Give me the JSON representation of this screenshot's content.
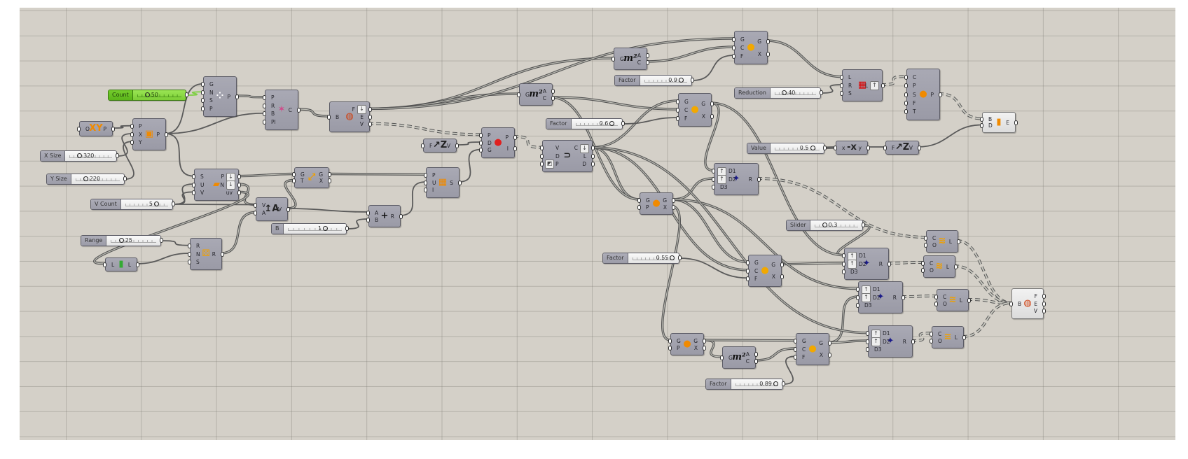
{
  "app": "Grasshopper canvas",
  "colors": {
    "canvas": "#d4d0c8",
    "wire": "#5a5a5a",
    "node": "#a4a4ae",
    "slider_active": "#7fd23a"
  },
  "sliders": [
    {
      "id": "s_count",
      "label": "Count",
      "value": "50",
      "knob": "left",
      "green": true
    },
    {
      "id": "s_xsize",
      "label": "X Size",
      "value": "320",
      "knob": "left"
    },
    {
      "id": "s_ysize",
      "label": "Y Size",
      "value": "220",
      "knob": "left"
    },
    {
      "id": "s_vcount",
      "label": "V Count",
      "value": "5",
      "knob": "right"
    },
    {
      "id": "s_range",
      "label": "Range",
      "value": "25",
      "knob": "left"
    },
    {
      "id": "s_b",
      "label": "B",
      "value": "1",
      "knob": "right"
    },
    {
      "id": "s_factor09",
      "label": "Factor",
      "value": "0.9",
      "knob": "right"
    },
    {
      "id": "s_factor06",
      "label": "Factor",
      "value": "0.6",
      "knob": "right"
    },
    {
      "id": "s_reduction",
      "label": "Reduction",
      "value": "40",
      "knob": "left"
    },
    {
      "id": "s_value",
      "label": "Value",
      "value": "0.5",
      "knob": "right"
    },
    {
      "id": "s_slider",
      "label": "Slider",
      "value": "0.3",
      "knob": "left"
    },
    {
      "id": "s_factor055",
      "label": "Factor",
      "value": "0.55",
      "knob": "right"
    },
    {
      "id": "s_factor089",
      "label": "Factor",
      "value": "0.89",
      "knob": "right"
    }
  ],
  "nodes": [
    {
      "id": "n_xy",
      "name": "xy-plane",
      "icon": "xy-plane-icon",
      "glyph": "XY",
      "inputs": [
        "O"
      ],
      "outputs": [
        "P"
      ]
    },
    {
      "id": "n_rect",
      "name": "rectangle",
      "icon": "rectangle-icon",
      "glyph": "▣",
      "inputs": [
        "P",
        "X",
        "Y"
      ],
      "outputs": [
        "P"
      ]
    },
    {
      "id": "n_populate",
      "name": "populate-2d",
      "icon": "populate-icon",
      "glyph": "⁘",
      "inputs": [
        "G",
        "N",
        "S",
        "P"
      ],
      "outputs": [
        "P"
      ]
    },
    {
      "id": "n_voronoi",
      "name": "voronoi",
      "icon": "voronoi-icon",
      "glyph": "✶",
      "inputs": [
        "P",
        "R",
        "B",
        "Pl"
      ],
      "outputs": [
        "C"
      ]
    },
    {
      "id": "n_brepedges",
      "name": "brep-edges",
      "icon": "brep-edges-icon",
      "glyph": "◍",
      "inputs": [
        "B"
      ],
      "outputs": [
        "F",
        "E",
        "V"
      ]
    },
    {
      "id": "n_divsurf",
      "name": "divide-surface",
      "icon": "divide-surface-icon",
      "glyph": "▰",
      "inputs": [
        "S",
        "U",
        "V"
      ],
      "outputs": [
        "P",
        "N",
        "uv"
      ]
    },
    {
      "id": "n_amplitude",
      "name": "amplitude",
      "icon": "amplitude-icon",
      "glyph": "↥A",
      "inputs": [
        "V",
        "A"
      ],
      "outputs": [
        "V"
      ]
    },
    {
      "id": "n_move1",
      "name": "move",
      "icon": "move-icon",
      "glyph": "⤢",
      "inputs": [
        "G",
        "T"
      ],
      "outputs": [
        "G",
        "X"
      ]
    },
    {
      "id": "n_addition",
      "name": "addition",
      "icon": "plus-icon",
      "glyph": "+",
      "inputs": [
        "A",
        "B"
      ],
      "outputs": [
        "R"
      ]
    },
    {
      "id": "n_random",
      "name": "random",
      "icon": "random-icon",
      "glyph": "⚄",
      "inputs": [
        "R",
        "N",
        "S"
      ],
      "outputs": [
        "R"
      ]
    },
    {
      "id": "n_listlen",
      "name": "list-length",
      "icon": "list-length-icon",
      "glyph": "▮",
      "inputs": [
        "L"
      ],
      "outputs": [
        "L"
      ]
    },
    {
      "id": "n_srfpts",
      "name": "surface-from-points",
      "icon": "surface-points-icon",
      "glyph": "▦",
      "inputs": [
        "P",
        "U",
        "I"
      ],
      "outputs": [
        "S"
      ]
    },
    {
      "id": "n_unitz1",
      "name": "unit-z",
      "icon": "unit-z-icon",
      "glyph": "↗Z",
      "inputs": [
        "F"
      ],
      "outputs": [
        "V"
      ]
    },
    {
      "id": "n_project",
      "name": "project-point",
      "icon": "project-point-icon",
      "glyph": "●",
      "inputs": [
        "P",
        "D",
        "G"
      ],
      "outputs": [
        "P",
        "I"
      ]
    },
    {
      "id": "n_area1",
      "name": "area",
      "icon": "area-icon",
      "glyph": "m²",
      "inputs": [
        "G"
      ],
      "outputs": [
        "A",
        "C"
      ]
    },
    {
      "id": "n_area2",
      "name": "area",
      "icon": "area-icon",
      "glyph": "m²",
      "inputs": [
        "G"
      ],
      "outputs": [
        "A",
        "C"
      ]
    },
    {
      "id": "n_interp",
      "name": "interpolate-curve",
      "icon": "interpolate-icon",
      "glyph": "⊃",
      "inputs": [
        "V",
        "D",
        "P"
      ],
      "outputs": [
        "C",
        "L",
        "D"
      ]
    },
    {
      "id": "n_scale1",
      "name": "scale",
      "icon": "scale-icon",
      "glyph": "●",
      "inputs": [
        "G",
        "C",
        "F"
      ],
      "outputs": [
        "G",
        "X"
      ]
    },
    {
      "id": "n_scale2",
      "name": "scale",
      "icon": "scale-icon",
      "glyph": "●",
      "inputs": [
        "G",
        "C",
        "F"
      ],
      "outputs": [
        "G",
        "X"
      ]
    },
    {
      "id": "n_reduce",
      "name": "reduce",
      "icon": "reduce-icon",
      "glyph": "▦",
      "inputs": [
        "L",
        "R",
        "S"
      ],
      "outputs": [
        "L"
      ]
    },
    {
      "id": "n_patch",
      "name": "patch",
      "icon": "patch-icon",
      "glyph": "●",
      "inputs": [
        "C",
        "P",
        "S",
        "F",
        "T"
      ],
      "outputs": [
        "P"
      ]
    },
    {
      "id": "n_extrude",
      "name": "extrude",
      "icon": "extrude-icon",
      "glyph": "▮",
      "inputs": [
        "B",
        "D"
      ],
      "outputs": [
        "E"
      ]
    },
    {
      "id": "n_negative",
      "name": "negative",
      "icon": "negative-icon",
      "glyph": "-x",
      "inputs": [
        "x"
      ],
      "outputs": [
        "y"
      ]
    },
    {
      "id": "n_unitz2",
      "name": "unit-z",
      "icon": "unit-z-icon",
      "glyph": "↗Z",
      "inputs": [
        "F"
      ],
      "outputs": [
        "V"
      ]
    },
    {
      "id": "n_tween1",
      "name": "tween-curve",
      "icon": "tween-icon",
      "glyph": "✦",
      "inputs": [
        "D1",
        "D2",
        "D3"
      ],
      "outputs": [
        "R"
      ]
    },
    {
      "id": "n_move2",
      "name": "move-along",
      "icon": "move-along-icon",
      "glyph": "●",
      "inputs": [
        "G",
        "P"
      ],
      "outputs": [
        "G",
        "X"
      ]
    },
    {
      "id": "n_scale3",
      "name": "scale",
      "icon": "scale-icon",
      "glyph": "●",
      "inputs": [
        "G",
        "C",
        "F"
      ],
      "outputs": [
        "G",
        "X"
      ]
    },
    {
      "id": "n_tween2",
      "name": "tween-curve",
      "icon": "tween-icon",
      "glyph": "✦",
      "inputs": [
        "D1",
        "D2",
        "D3"
      ],
      "outputs": [
        "R"
      ]
    },
    {
      "id": "n_tween3",
      "name": "tween-curve",
      "icon": "tween-icon",
      "glyph": "✦",
      "inputs": [
        "D1",
        "D2",
        "D3"
      ],
      "outputs": [
        "R"
      ]
    },
    {
      "id": "n_tween4",
      "name": "tween-curve",
      "icon": "tween-icon",
      "glyph": "✦",
      "inputs": [
        "D1",
        "D2",
        "D3"
      ],
      "outputs": [
        "R"
      ]
    },
    {
      "id": "n_move3",
      "name": "move-along",
      "icon": "move-along-icon",
      "glyph": "●",
      "inputs": [
        "G",
        "P"
      ],
      "outputs": [
        "G",
        "X"
      ]
    },
    {
      "id": "n_area3",
      "name": "area",
      "icon": "area-icon",
      "glyph": "m²",
      "inputs": [
        "G"
      ],
      "outputs": [
        "A",
        "C"
      ]
    },
    {
      "id": "n_scale4",
      "name": "scale",
      "icon": "scale-icon",
      "glyph": "●",
      "inputs": [
        "G",
        "C",
        "F"
      ],
      "outputs": [
        "G",
        "X"
      ]
    },
    {
      "id": "n_offset1",
      "name": "offset",
      "icon": "offset-icon",
      "glyph": "≋",
      "inputs": [
        "C",
        "O"
      ],
      "outputs": [
        "L"
      ]
    },
    {
      "id": "n_offset2",
      "name": "offset",
      "icon": "offset-icon",
      "glyph": "≋",
      "inputs": [
        "C",
        "O"
      ],
      "outputs": [
        "L"
      ]
    },
    {
      "id": "n_offset3",
      "name": "offset",
      "icon": "offset-icon",
      "glyph": "≋",
      "inputs": [
        "C",
        "O"
      ],
      "outputs": [
        "L"
      ]
    },
    {
      "id": "n_offset4",
      "name": "offset",
      "icon": "offset-icon",
      "glyph": "≋",
      "inputs": [
        "C",
        "O"
      ],
      "outputs": [
        "L"
      ]
    },
    {
      "id": "n_brepedges2",
      "name": "brep-edges",
      "icon": "brep-edges-icon",
      "glyph": "◍",
      "inputs": [
        "B"
      ],
      "outputs": [
        "F",
        "E",
        "V"
      ]
    }
  ]
}
